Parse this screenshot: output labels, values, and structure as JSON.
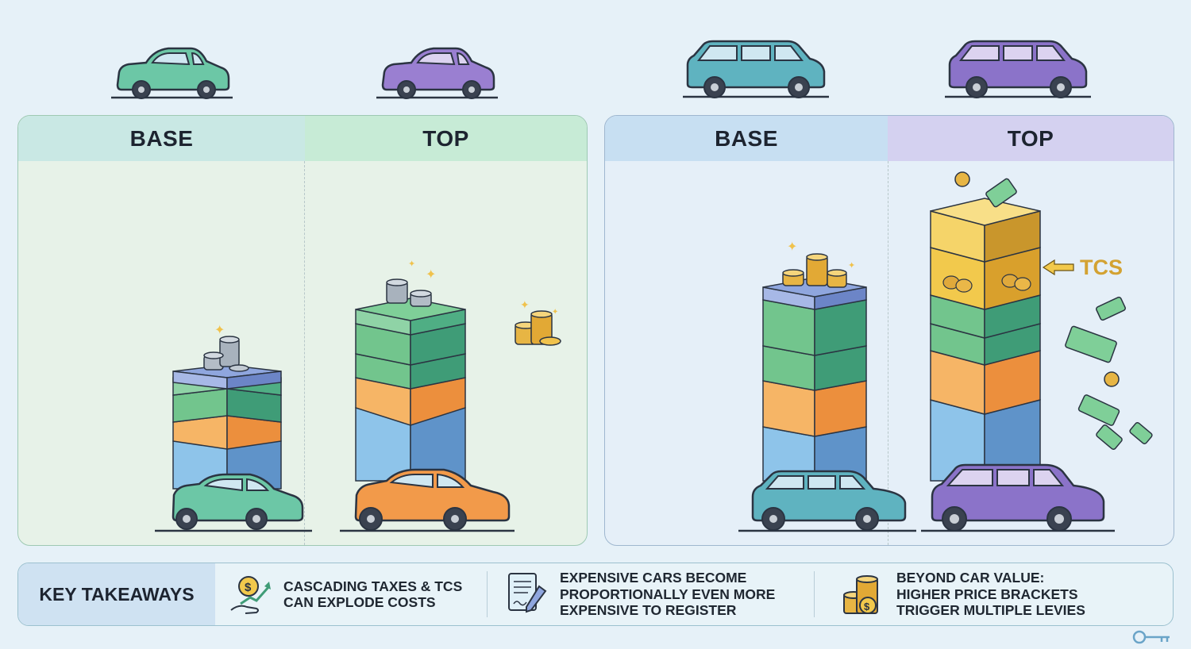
{
  "panels": [
    {
      "base_label": "BASE",
      "top_label": "TOP"
    },
    {
      "base_label": "BASE",
      "top_label": "TOP"
    }
  ],
  "annotation": {
    "tcs_label": "TCS"
  },
  "takeaways": {
    "title": "KEY TAKEAWAYS",
    "items": [
      {
        "icon": "money-growth-icon",
        "text": "CASCADING TAXES & TCS\nCAN EXPLODE COSTS"
      },
      {
        "icon": "document-pen-icon",
        "text": "EXPENSIVE CARS BECOME\nPROPORTIONALLY EVEN MORE\nEXPENSIVE TO REGISTER"
      },
      {
        "icon": "coin-stack-icon",
        "text": "BEYOND CAR VALUE:\nHIGHER PRICE BRACKETS\nTRIGGER MULTIPLE LEVIES"
      }
    ]
  },
  "colors": {
    "car_green": "#6cc7a6",
    "car_purple": "#9a7fd1",
    "car_orange": "#f29a4a",
    "layer_blue": "#8ec4ea",
    "layer_orange": "#f6b566",
    "layer_green": "#72c58d",
    "layer_navy": "#8fa6de",
    "tcs_gold": "#e1b43b"
  }
}
